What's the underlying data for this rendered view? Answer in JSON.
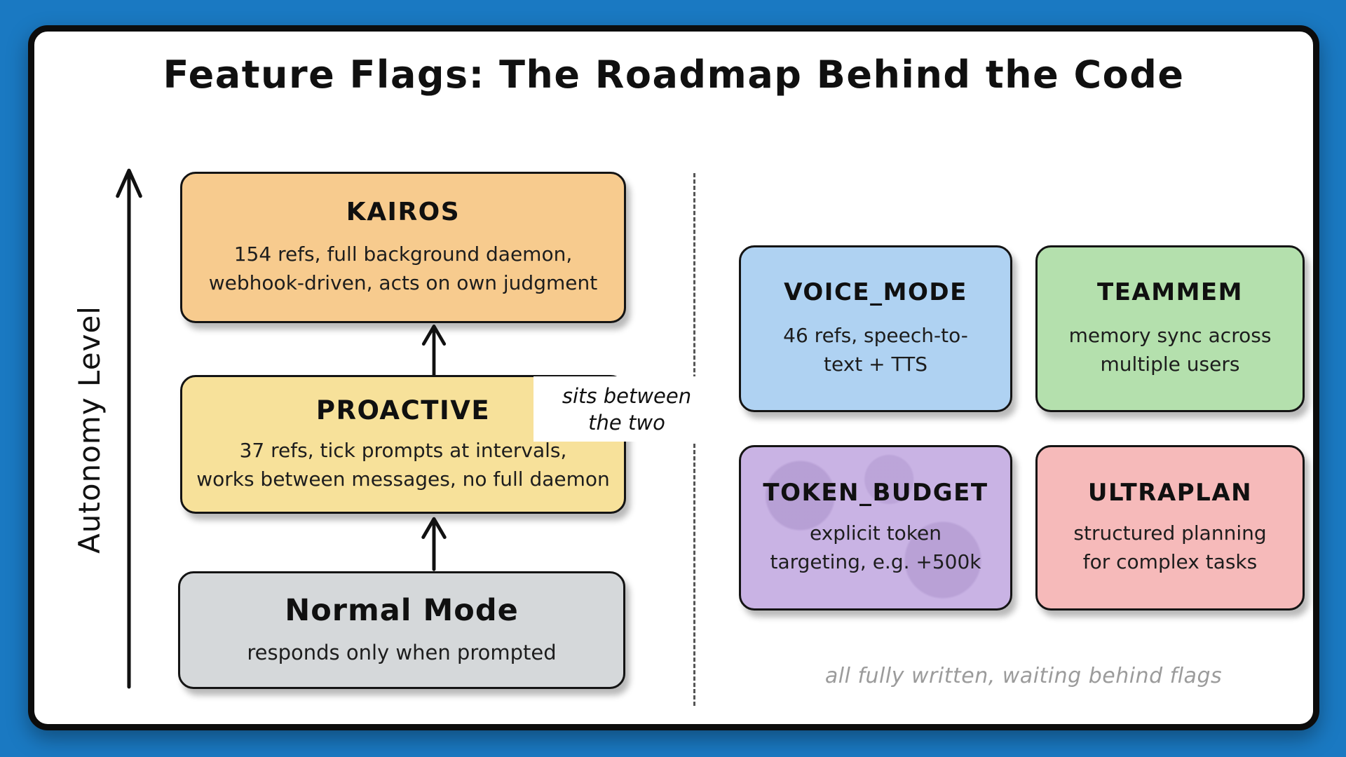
{
  "page": {
    "title": "Feature Flags: The Roadmap Behind the Code",
    "caption": "all fully written, waiting behind flags"
  },
  "axis": {
    "label": "Autonomy Level"
  },
  "ladder": {
    "kairos": {
      "title": "KAIROS",
      "desc": "154 refs, full background daemon,\nwebhook-driven, acts on own judgment",
      "color": "#f7cb8e"
    },
    "proactive": {
      "title": "PROACTIVE",
      "desc": "37 refs, tick prompts at intervals,\nworks between messages, no full daemon",
      "color": "#f7e19a",
      "note": "sits between\nthe two"
    },
    "normal": {
      "title": "Normal Mode",
      "desc": "responds only when prompted",
      "color": "#d5d8da"
    }
  },
  "flags": {
    "voice_mode": {
      "title": "VOICE_MODE",
      "desc": "46 refs, speech-to-\ntext + TTS",
      "color": "#afd2f2"
    },
    "teammem": {
      "title": "TEAMMEM",
      "desc": "memory sync across\nmultiple users",
      "color": "#b4e0ad"
    },
    "token_budget": {
      "title": "TOKEN_BUDGET",
      "desc": "explicit token\ntargeting, e.g. +500k",
      "color": "#c9b3e4"
    },
    "ultraplan": {
      "title": "ULTRAPLAN",
      "desc": "structured planning\nfor complex tasks",
      "color": "#f6baba"
    }
  }
}
